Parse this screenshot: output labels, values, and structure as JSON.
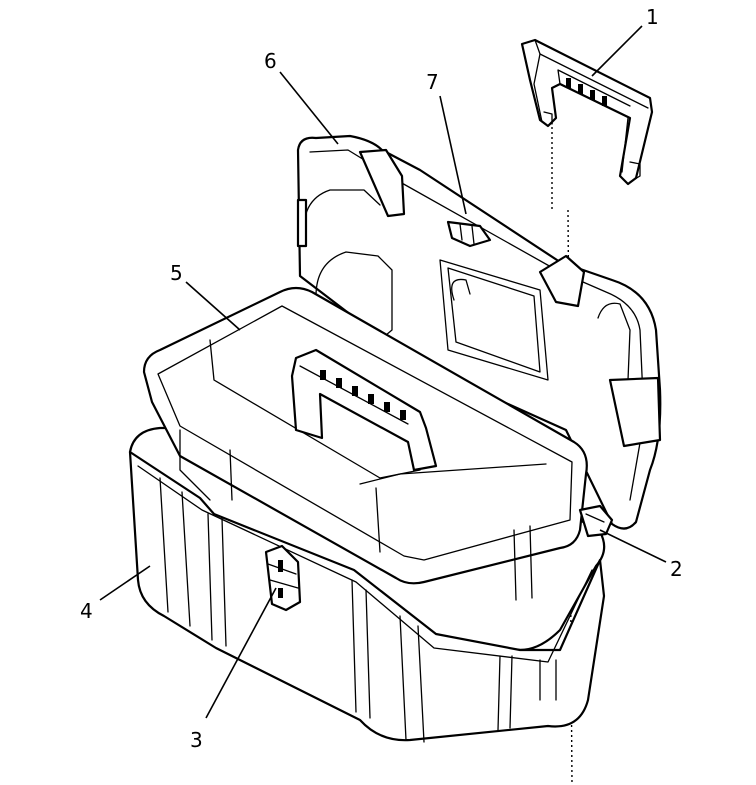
{
  "callouts": [
    {
      "id": "handle",
      "label": "1"
    },
    {
      "id": "hinge",
      "label": "2"
    },
    {
      "id": "latch",
      "label": "3"
    },
    {
      "id": "base",
      "label": "4"
    },
    {
      "id": "tray",
      "label": "5"
    },
    {
      "id": "lid",
      "label": "6"
    },
    {
      "id": "lid-clip",
      "label": "7"
    }
  ]
}
